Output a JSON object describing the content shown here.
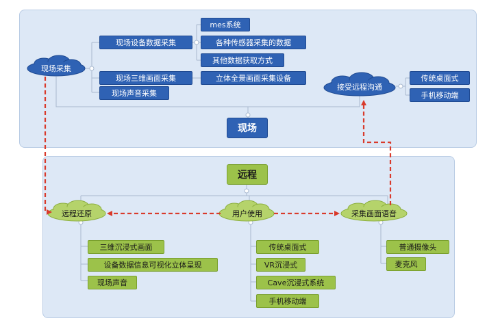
{
  "top": {
    "title": "现场",
    "collect": {
      "label": "现场采集",
      "device": {
        "label": "现场设备数据采集",
        "children": [
          "mes系统",
          "各种传感器采集的数据",
          "其他数据获取方式"
        ]
      },
      "view3d": {
        "label": "现场三维画面采集",
        "children": [
          "立体全景画面采集设备"
        ]
      },
      "sound": {
        "label": "现场声音采集"
      }
    },
    "receive": {
      "label": "接受远程沟通",
      "children": [
        "传统桌面式",
        "手机移动端"
      ]
    }
  },
  "bottom": {
    "title": "远程",
    "restore": {
      "label": "远程还原",
      "children": [
        "三维沉浸式画面",
        "设备数据信息可视化立体呈现",
        "现场声音"
      ]
    },
    "usage": {
      "label": "用户使用",
      "children": [
        "传统桌面式",
        "VR沉浸式",
        "Cave沉浸式系统",
        "手机移动端"
      ]
    },
    "capture": {
      "label": "采集画面语音",
      "children": [
        "普通摄像头",
        "麦克风"
      ]
    }
  },
  "colors": {
    "blue_box": "#2f62b4",
    "green_box": "#9cc24a",
    "panel": "#dde8f6",
    "arrow": "#d93a2b"
  }
}
